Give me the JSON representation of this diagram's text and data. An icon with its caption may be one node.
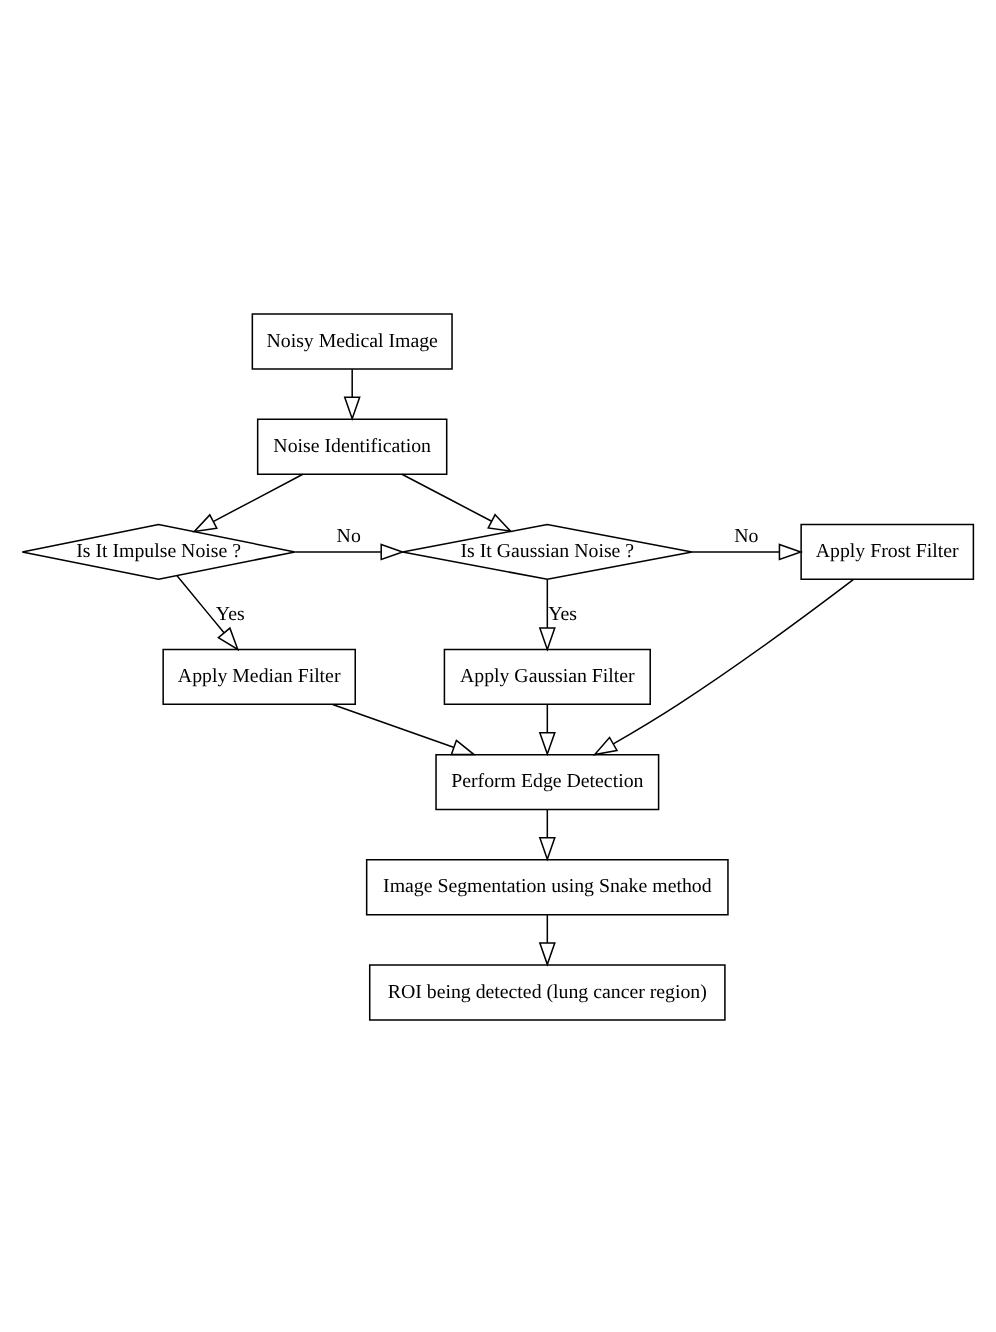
{
  "diagram": {
    "nodes": [
      {
        "text": [
          "Noisy Medical Image"
        ]
      },
      {
        "text": [
          "Noise Identification"
        ]
      },
      {
        "text": [
          "Is It Impulse Noise ?"
        ]
      },
      {
        "text": [
          "Is It Gaussian Noise ?"
        ]
      },
      {
        "text": [
          "Apply Frost Filter"
        ]
      },
      {
        "text": [
          "Apply Median Filter"
        ]
      },
      {
        "text": [
          "Apply Gaussian Filter"
        ]
      },
      {
        "text": [
          "Perform Edge Detection"
        ]
      },
      {
        "text": [
          "Image Segmentation using Snake method"
        ]
      },
      {
        "text": [
          "ROI being detected (lung cancer region)"
        ]
      }
    ],
    "edges": [
      {
        "from": 0,
        "to": 1,
        "arrow": "to"
      },
      {
        "from": 1,
        "to": 2,
        "arrow": "to"
      },
      {
        "from": 1,
        "to": 3,
        "arrow": "to"
      },
      {
        "from": 2,
        "to": 3,
        "arrow": "to",
        "label": "No"
      },
      {
        "from": 3,
        "to": 4,
        "arrow": "to",
        "label": "No"
      },
      {
        "from": 2,
        "to": 5,
        "arrow": "to",
        "label": "Yes"
      },
      {
        "from": 3,
        "to": 6,
        "arrow": "to",
        "label": "Yes"
      },
      {
        "from": 5,
        "to": 7,
        "arrow": "to"
      },
      {
        "from": 6,
        "to": 7,
        "arrow": "to"
      },
      {
        "from": 4,
        "to": 7,
        "arrow": "to"
      },
      {
        "from": 7,
        "to": 8,
        "arrow": "to"
      },
      {
        "from": 8,
        "to": 9,
        "arrow": "to"
      }
    ]
  }
}
